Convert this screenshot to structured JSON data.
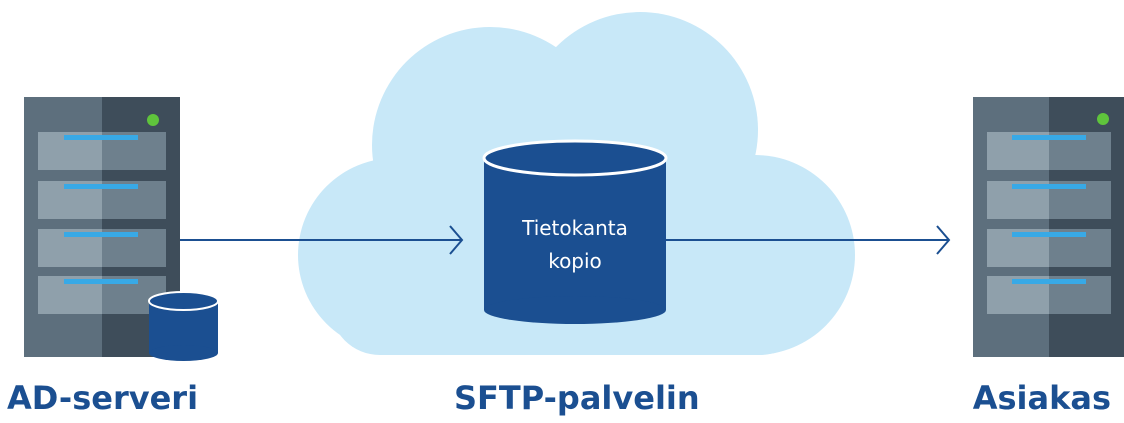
{
  "nodes": {
    "source": {
      "caption": "AD-serveri"
    },
    "middle": {
      "caption": "SFTP-palvelin",
      "db_line1": "Tietokanta",
      "db_line2": "kopio"
    },
    "target": {
      "caption": "Asiakas"
    }
  },
  "colors": {
    "server_dark": "#3e4d5a",
    "server_light": "#5d6f7d",
    "slot_light": "#8fa0ab",
    "slot_dark": "#6e808d",
    "led_green": "#5fc43c",
    "accent_bar": "#38a9e6",
    "cloud": "#c8e8f8",
    "database": "#1b4f91",
    "arrow": "#1b4f91",
    "caption": "#1b4f91"
  },
  "icons": [
    "server-icon",
    "database-icon",
    "cloud-icon",
    "arrow-icon"
  ]
}
